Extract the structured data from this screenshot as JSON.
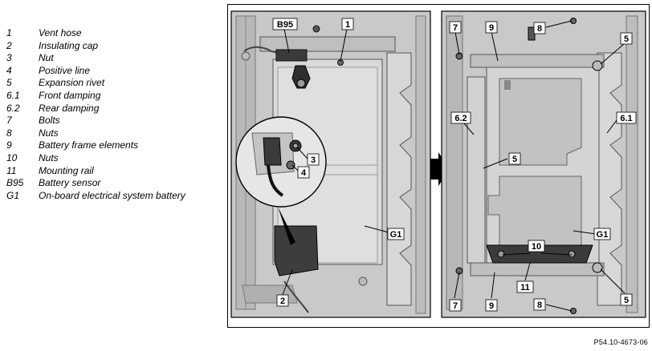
{
  "legend": [
    {
      "num": "1",
      "text": "Vent hose"
    },
    {
      "num": "2",
      "text": "Insulating cap"
    },
    {
      "num": "3",
      "text": "Nut"
    },
    {
      "num": "4",
      "text": "Positive line"
    },
    {
      "num": "5",
      "text": "Expansion rivet"
    },
    {
      "num": "6.1",
      "text": "Front damping"
    },
    {
      "num": "6.2",
      "text": "Rear damping"
    },
    {
      "num": "7",
      "text": "Bolts"
    },
    {
      "num": "8",
      "text": "Nuts"
    },
    {
      "num": "9",
      "text": "Battery frame elements"
    },
    {
      "num": "10",
      "text": "Nuts"
    },
    {
      "num": "11",
      "text": "Mounting rail"
    },
    {
      "num": "B95",
      "text": "Battery sensor"
    },
    {
      "num": "G1",
      "text": "On-board electrical system battery"
    }
  ],
  "left_callouts": {
    "b95": "B95",
    "one": "1",
    "three": "3",
    "four": "4",
    "g1": "G1",
    "two": "2"
  },
  "right_callouts": {
    "seven_top": "7",
    "nine_top": "9",
    "eight_top": "8",
    "five_top": "5",
    "six_two": "6.2",
    "six_one": "6.1",
    "five_mid": "5",
    "ten": "10",
    "g1": "G1",
    "eleven": "11",
    "seven_bottom": "7",
    "nine_bottom": "9",
    "eight_bottom": "8",
    "five_bottom": "5"
  },
  "reference": "P54.10-4673-06"
}
